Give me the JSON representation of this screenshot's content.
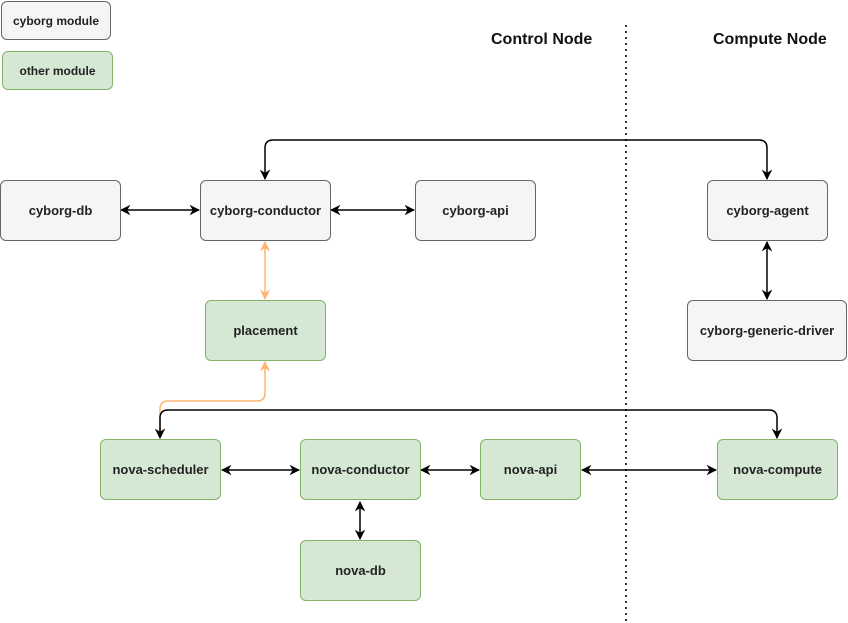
{
  "legend": {
    "cyborg_module": "cyborg module",
    "other_module": "other module"
  },
  "regions": {
    "control_node": "Control Node",
    "compute_node": "Compute Node"
  },
  "nodes": {
    "cyborg_db": "cyborg-db",
    "cyborg_conductor": "cyborg-conductor",
    "cyborg_api": "cyborg-api",
    "cyborg_agent": "cyborg-agent",
    "cyborg_generic_driver": "cyborg-generic-driver",
    "placement": "placement",
    "nova_scheduler": "nova-scheduler",
    "nova_conductor": "nova-conductor",
    "nova_api": "nova-api",
    "nova_compute": "nova-compute",
    "nova_db": "nova-db"
  },
  "colors": {
    "cyborg_fill": "#f5f5f5",
    "cyborg_stroke": "#666666",
    "other_fill": "#d5e8d4",
    "other_stroke": "#82b366",
    "placement_link": "#ffb570",
    "link": "#000000",
    "divider": "#333333"
  },
  "edges": [
    {
      "from": "cyborg-db",
      "to": "cyborg-conductor",
      "style": "bidirectional"
    },
    {
      "from": "cyborg-conductor",
      "to": "cyborg-api",
      "style": "bidirectional"
    },
    {
      "from": "cyborg-conductor",
      "to": "cyborg-agent",
      "style": "bidirectional"
    },
    {
      "from": "cyborg-agent",
      "to": "cyborg-generic-driver",
      "style": "bidirectional"
    },
    {
      "from": "cyborg-conductor",
      "to": "placement",
      "style": "bidirectional",
      "color": "orange"
    },
    {
      "from": "placement",
      "to": "nova-scheduler",
      "style": "bidirectional",
      "color": "orange"
    },
    {
      "from": "nova-scheduler",
      "to": "nova-compute",
      "style": "bidirectional"
    },
    {
      "from": "nova-scheduler",
      "to": "nova-conductor",
      "style": "bidirectional"
    },
    {
      "from": "nova-conductor",
      "to": "nova-api",
      "style": "bidirectional"
    },
    {
      "from": "nova-api",
      "to": "nova-compute",
      "style": "bidirectional"
    },
    {
      "from": "nova-conductor",
      "to": "nova-db",
      "style": "bidirectional"
    }
  ]
}
